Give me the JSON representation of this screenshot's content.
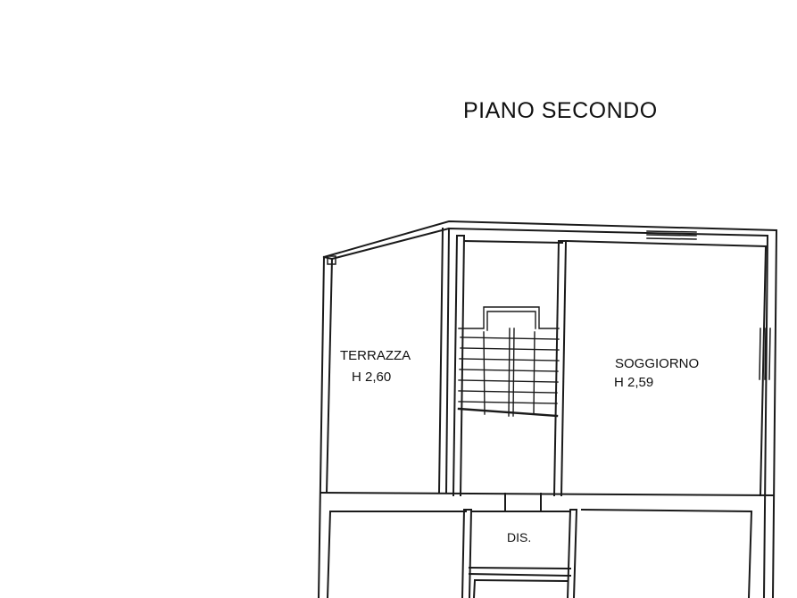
{
  "plan": {
    "title": "PIANO SECONDO",
    "rooms": [
      {
        "name": "TERRAZZA",
        "height": "H 2,60"
      },
      {
        "name": "SOGGIORNO",
        "height": "H 2,59"
      },
      {
        "name": "DIS."
      }
    ],
    "line_color": "#1a1a1a",
    "background_color": "#ffffff"
  }
}
